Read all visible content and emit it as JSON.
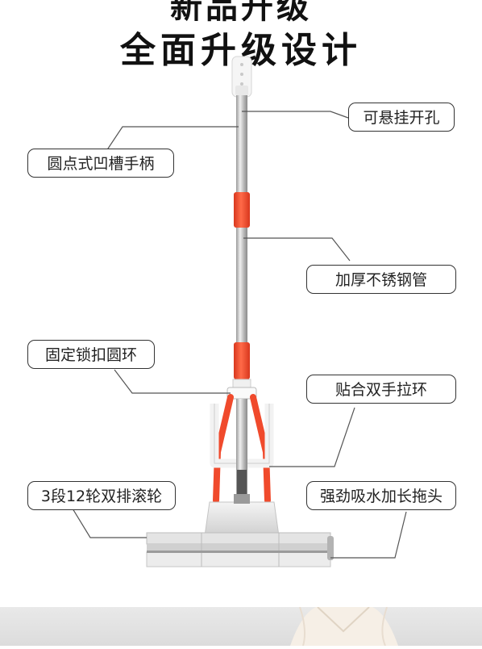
{
  "header": {
    "subtitle_cut": "新品升级",
    "title": "全面升级设计"
  },
  "callouts": {
    "hang_hole": "可悬挂开孔",
    "handle": "圆点式凹槽手柄",
    "tube": "加厚不锈钢管",
    "lock_ring": "固定锁扣圆环",
    "pull_ring": "贴合双手拉环",
    "rollers": "3段12轮双排滚轮",
    "mop_head": "强劲吸水加长拖头"
  },
  "colors": {
    "accent": "#f04a2c",
    "steel": "#c9c9c9",
    "line": "#555555"
  }
}
